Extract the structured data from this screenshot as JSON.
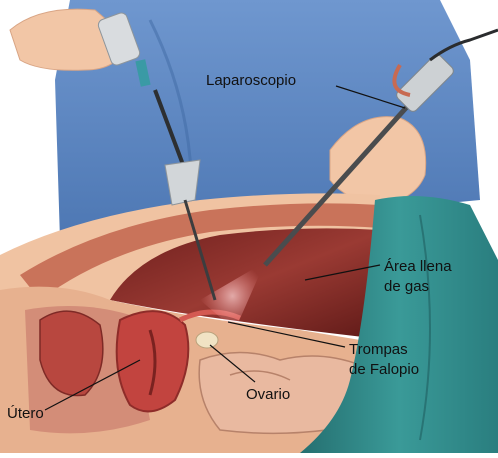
{
  "labels": {
    "laparoscope": "Laparoscopio",
    "gas_area_line1": "Área llena",
    "gas_area_line2": "de gas",
    "fallopian_line1": "Trompas",
    "fallopian_line2": "de Falopio",
    "ovary": "Ovario",
    "uterus": "Útero"
  },
  "colors": {
    "gown": "#5b86c0",
    "drape": "#2f8a8a",
    "skin": "#f2c6a6",
    "abdominal_wall": "#c9735a",
    "cavity": "#8a2f2a",
    "organ": "#c2443f",
    "instrument": "#cfd3d6"
  }
}
